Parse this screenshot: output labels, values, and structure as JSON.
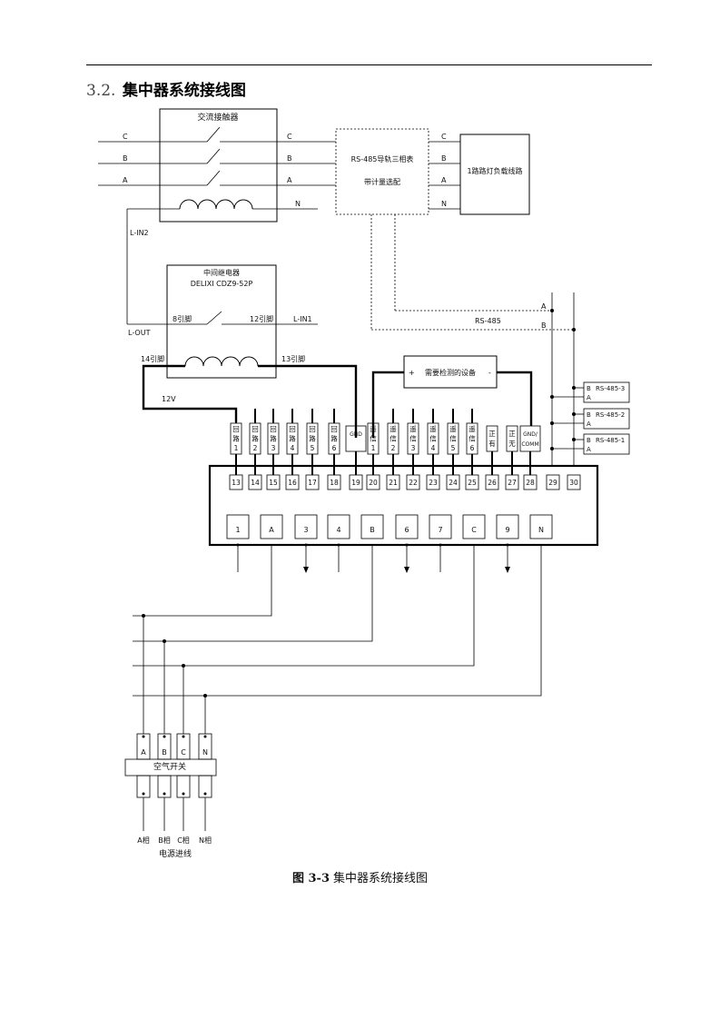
{
  "heading": {
    "number": "3.2.",
    "title": "集中器系统接线图"
  },
  "caption": {
    "label": "图 3-3",
    "text": "集中器系统接线图"
  },
  "contactor": {
    "title": "交流接触器"
  },
  "meter": {
    "line1": "RS-485导轨三相表",
    "line2": "带计量选配"
  },
  "load": {
    "label": "1路路灯负载线路"
  },
  "relay": {
    "line1": "中间继电器",
    "line2": "DELIXI CDZ9-52P",
    "pin8": "8引脚",
    "pin12": "12引脚",
    "pin14": "14引脚",
    "pin13": "13引脚"
  },
  "wires": {
    "c": "C",
    "b": "B",
    "a": "A",
    "n": "N",
    "l_in2": "L-IN2",
    "l_out": "L-OUT",
    "l_in1": "L-IN1",
    "v12": "12V",
    "rs485": "RS-485",
    "bus_a": "A",
    "bus_b": "B"
  },
  "device": {
    "label": "需要检测的设备",
    "plus": "+",
    "minus": "-"
  },
  "rs485_ports": [
    {
      "b": "B",
      "name": "RS-485-3",
      "a": "A"
    },
    {
      "b": "B",
      "name": "RS-485-2",
      "a": "A"
    },
    {
      "b": "B",
      "name": "RS-485-1",
      "a": "A"
    }
  ],
  "labels_top": [
    [
      "回",
      "路",
      "1"
    ],
    [
      "回",
      "路",
      "2"
    ],
    [
      "回",
      "路",
      "3"
    ],
    [
      "回",
      "路",
      "4"
    ],
    [
      "回",
      "路",
      "5"
    ],
    [
      "回",
      "路",
      "6"
    ],
    [
      "GND"
    ],
    [
      "遥",
      "信",
      "1"
    ],
    [
      "遥",
      "信",
      "2"
    ],
    [
      "遥",
      "信",
      "3"
    ],
    [
      "遥",
      "信",
      "4"
    ],
    [
      "遥",
      "信",
      "5"
    ],
    [
      "遥",
      "信",
      "6"
    ],
    [
      "正",
      "有"
    ],
    [
      "正",
      "无"
    ],
    [
      "GND/",
      "COMM"
    ]
  ],
  "terminals_top": [
    "13",
    "14",
    "15",
    "16",
    "17",
    "18",
    "19",
    "20",
    "21",
    "22",
    "23",
    "24",
    "25",
    "26",
    "27",
    "28",
    "29",
    "30"
  ],
  "terminals_bottom": [
    "1",
    "A",
    "3",
    "4",
    "B",
    "6",
    "7",
    "C",
    "9",
    "N"
  ],
  "breaker": {
    "title": "空气开关",
    "poles": [
      "A",
      "B",
      "C",
      "N"
    ],
    "sources": [
      "A相",
      "B相",
      "C相",
      "N相"
    ],
    "footer": "电源进线"
  }
}
